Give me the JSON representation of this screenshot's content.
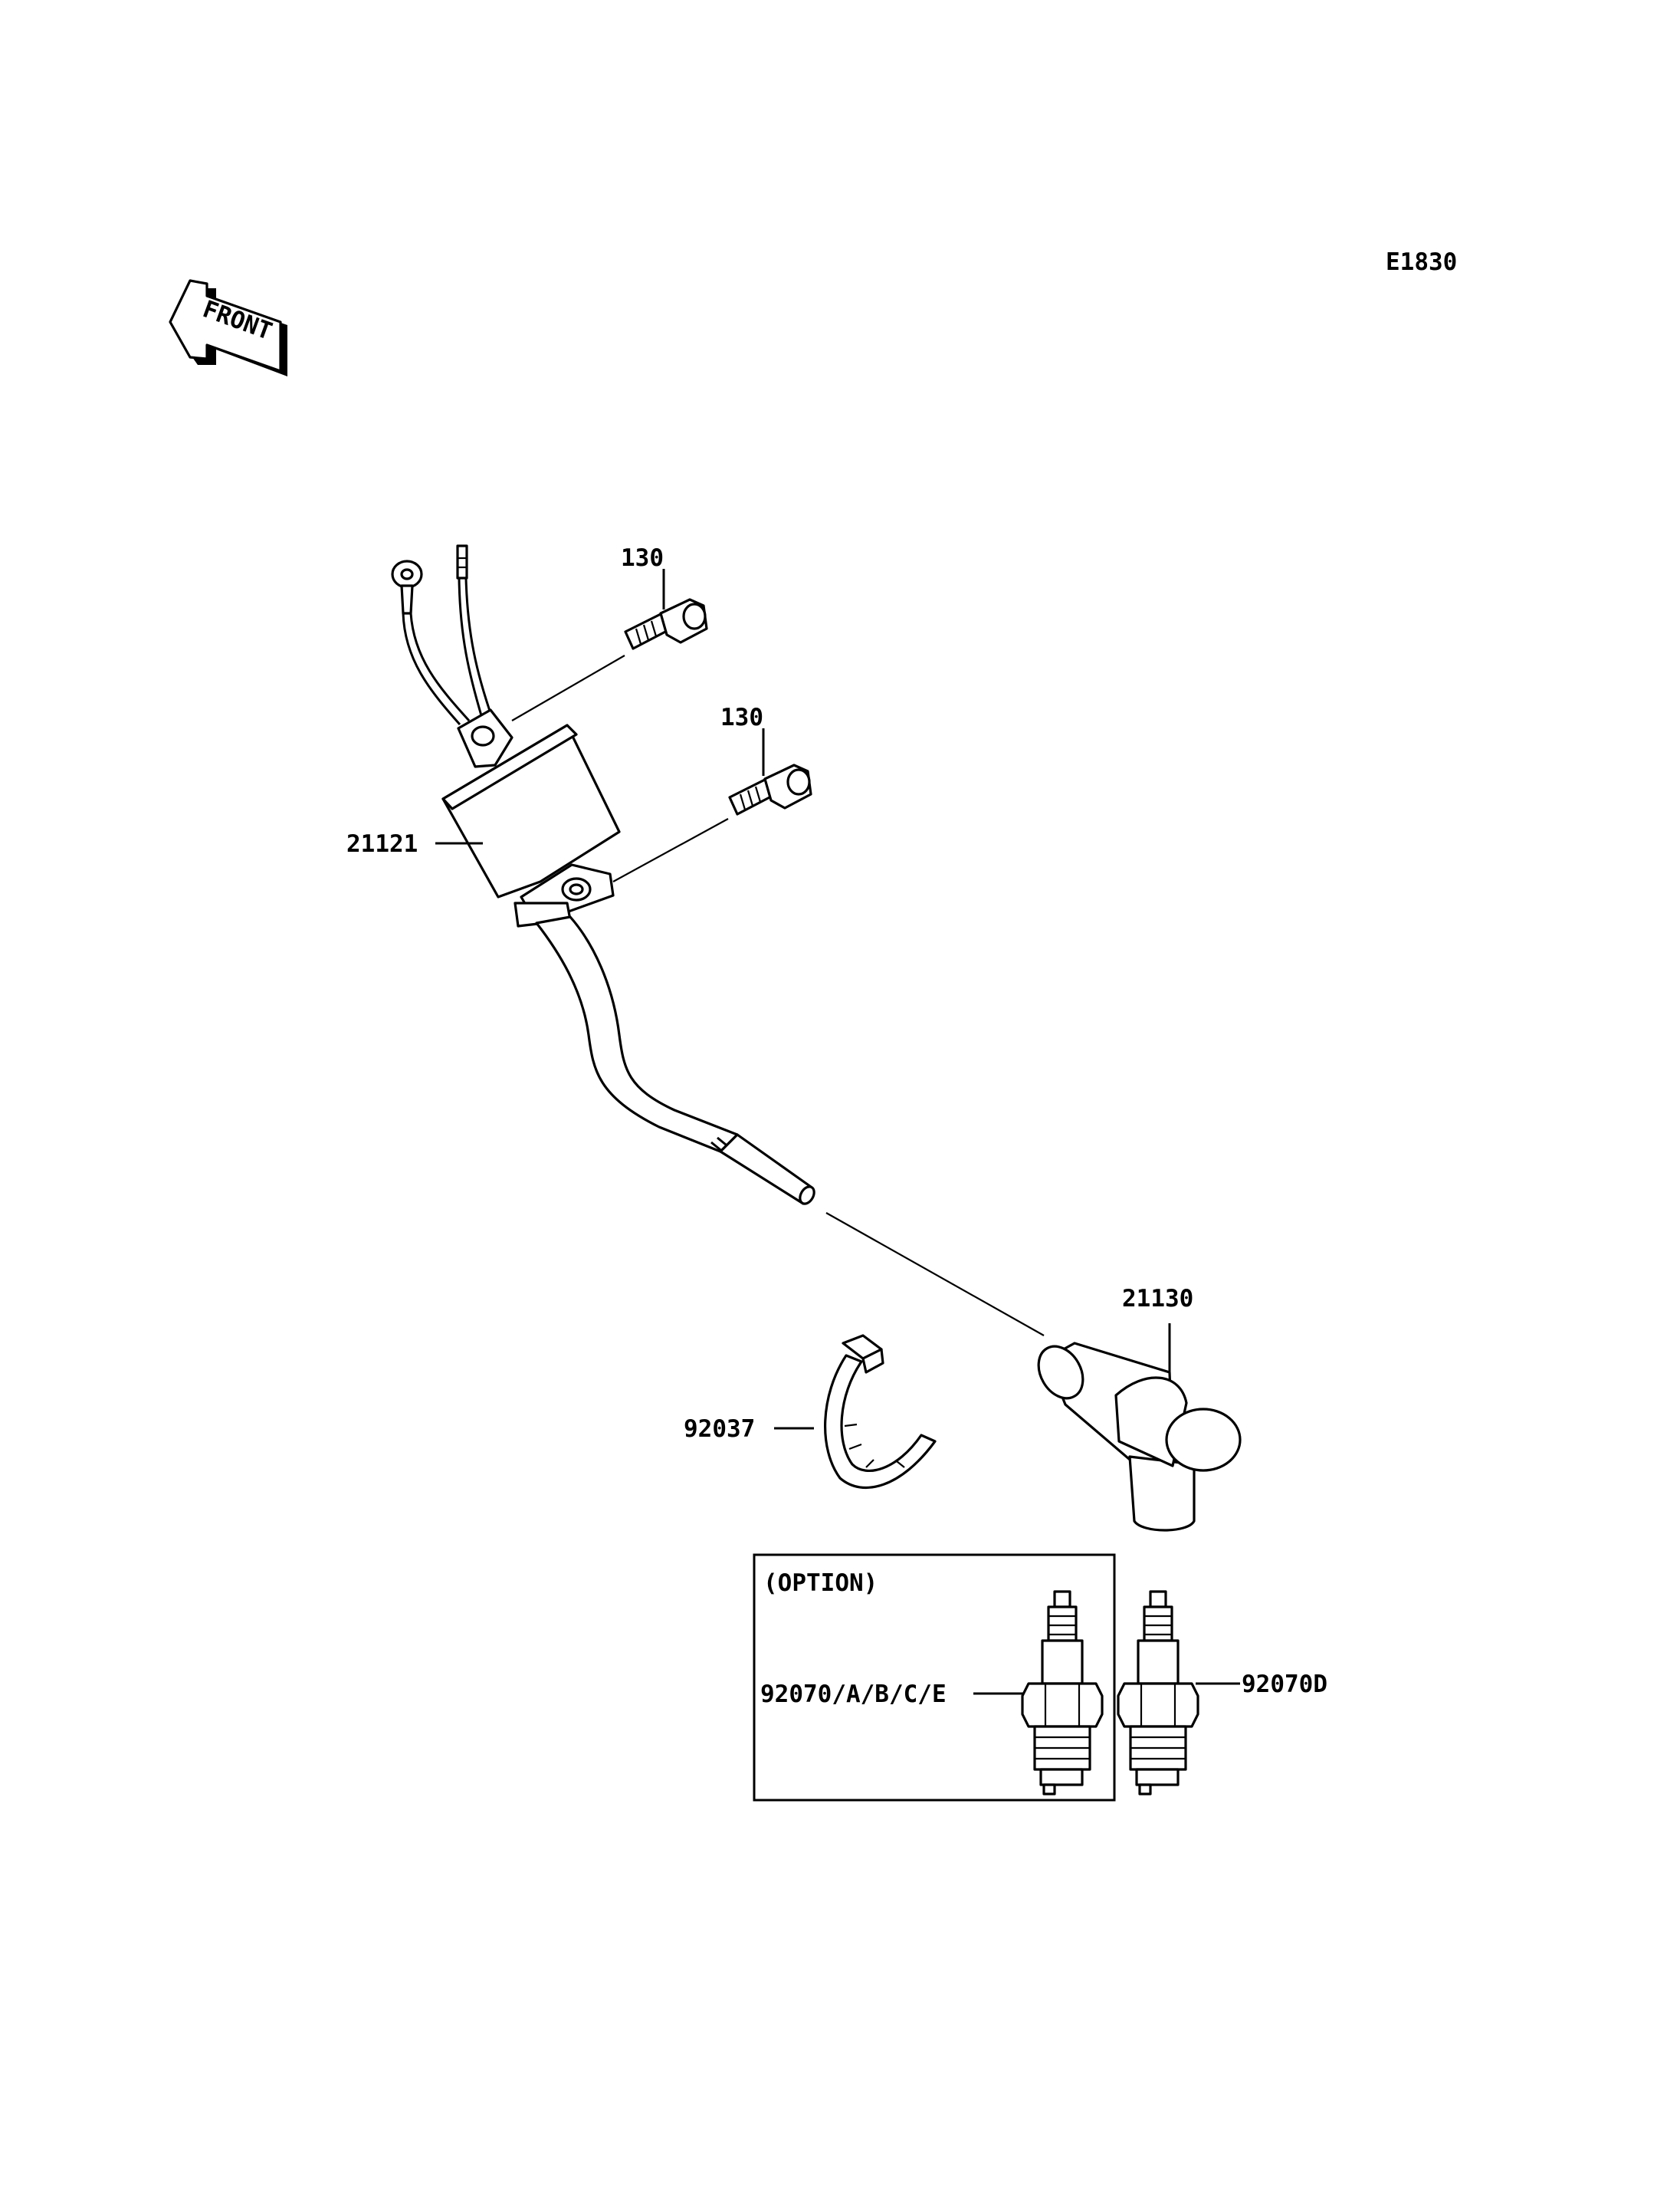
{
  "diagram": {
    "code": "E1830",
    "front_label": "FRONT",
    "option_label": "(OPTION)",
    "parts": {
      "coil": "21121",
      "bolt_upper": "130",
      "bolt_lower": "130",
      "cap": "21130",
      "clamp": "92037",
      "plug_option": "92070/A/B/C/E",
      "plug_std": "92070D"
    }
  }
}
